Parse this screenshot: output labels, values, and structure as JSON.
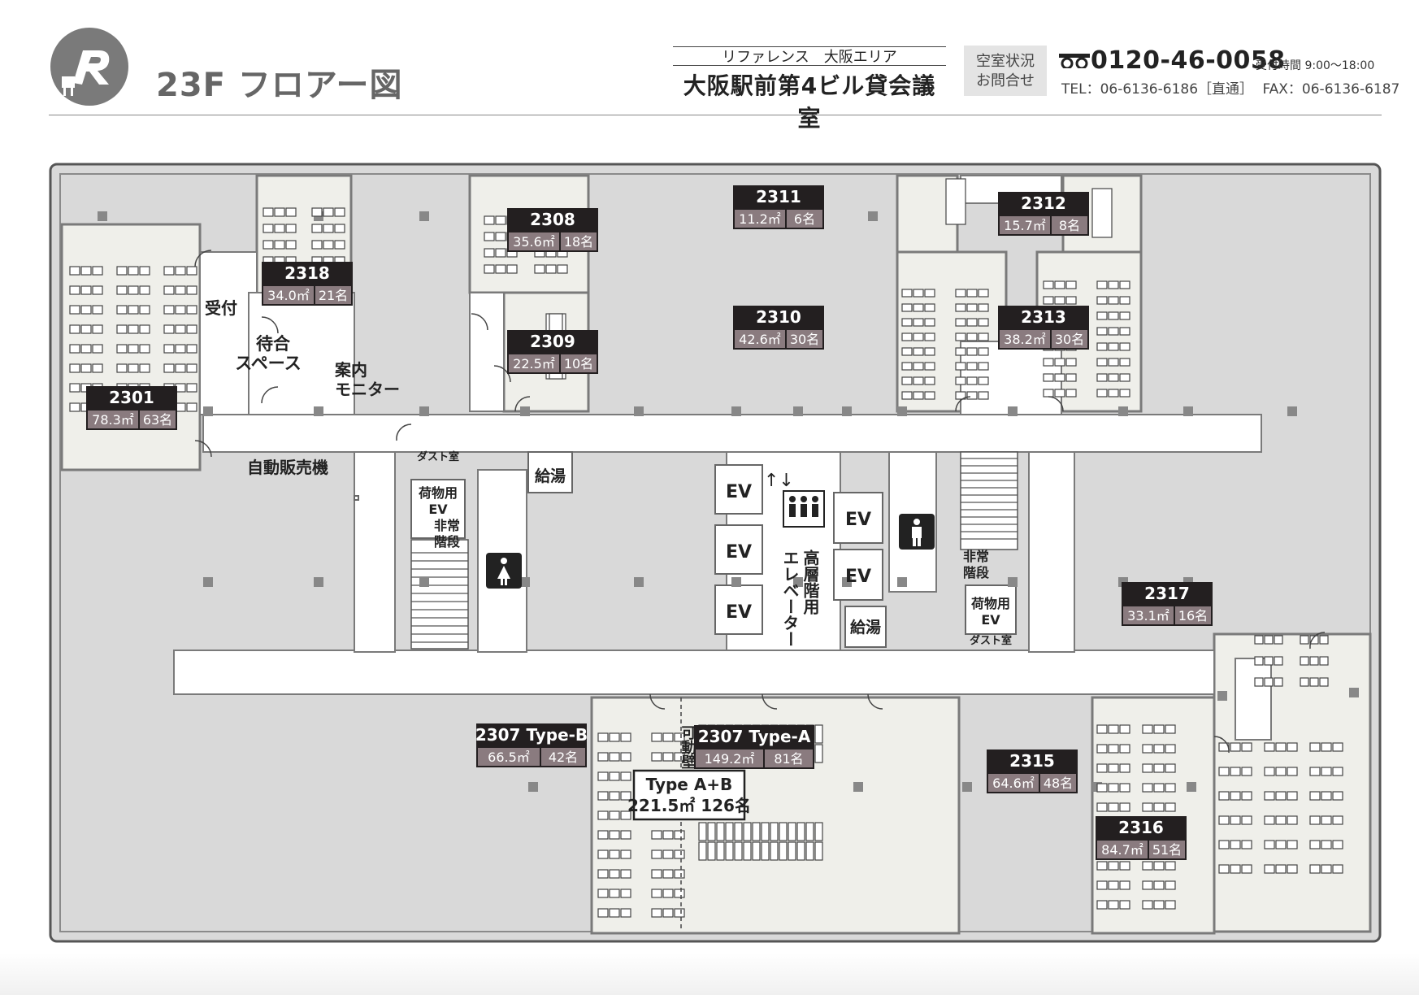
{
  "header": {
    "title": "23F フロアー図",
    "brand_sub": "リファレンス　大阪エリア",
    "brand_name": "大阪駅前第4ビル貸会議室",
    "inquiry": [
      "空室状況",
      "お問合せ"
    ],
    "phone_main": "0120-46-0058",
    "hours": "受付時間 9:00〜18:00",
    "tel_label": "TEL：06-6136-6186［直通］",
    "fax_label": "FAX：06-6136-6187",
    "logo_icon": "reference-logo-icon",
    "phone_icon": "freedial-icon"
  },
  "rooms": [
    {
      "id": "2301",
      "area": "78.3㎡",
      "cap": "63名"
    },
    {
      "id": "2318",
      "area": "34.0㎡",
      "cap": "21名"
    },
    {
      "id": "2308",
      "area": "35.6㎡",
      "cap": "18名"
    },
    {
      "id": "2309",
      "area": "22.5㎡",
      "cap": "10名"
    },
    {
      "id": "2311",
      "area": "11.2㎡",
      "cap": "6名"
    },
    {
      "id": "2310",
      "area": "42.6㎡",
      "cap": "30名"
    },
    {
      "id": "2312",
      "area": "15.7㎡",
      "cap": "8名"
    },
    {
      "id": "2313",
      "area": "38.2㎡",
      "cap": "30名"
    },
    {
      "id": "2317",
      "area": "33.1㎡",
      "cap": "16名"
    },
    {
      "id": "2315",
      "area": "64.6㎡",
      "cap": "48名"
    },
    {
      "id": "2316",
      "area": "84.7㎡",
      "cap": "51名"
    },
    {
      "id": "2307 Type-B",
      "area": "66.5㎡",
      "cap": "42名"
    },
    {
      "id": "2307 Type-A",
      "area": "149.2㎡",
      "cap": "81名"
    }
  ],
  "combined": {
    "title": "Type A+B",
    "detail": "221.5㎡ 126名"
  },
  "labels": {
    "reception": "受付",
    "waiting": [
      "待合",
      "スペース"
    ],
    "monitor": [
      "案内",
      "モニター"
    ],
    "vending": "自動販売機",
    "dust_room": "ダスト室",
    "freight_ev": [
      "荷物用",
      "EV"
    ],
    "emergency_stairs": [
      "非常",
      "階段"
    ],
    "kitchenette": "給湯",
    "ev": "EV",
    "high_elevator": [
      "高層階用",
      "エレベーター"
    ],
    "movable_wall": "可動壁"
  },
  "icons": [
    "female-restroom-icon",
    "male-restroom-icon",
    "elevator-people-icon"
  ],
  "colors": {
    "room_header": "#231f20",
    "room_badge": "#8a7b7f",
    "floor": "#d9d9d9",
    "room": "#efefea",
    "wall": "#7a7a7a"
  }
}
